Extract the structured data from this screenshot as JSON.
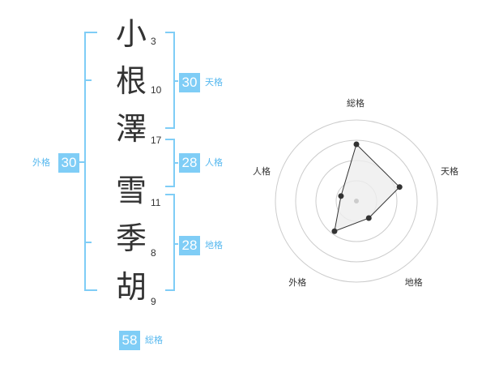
{
  "name": {
    "chars": [
      {
        "char": "小",
        "strokes": "3"
      },
      {
        "char": "根",
        "strokes": "10"
      },
      {
        "char": "澤",
        "strokes": "17"
      },
      {
        "char": "雪",
        "strokes": "11"
      },
      {
        "char": "季",
        "strokes": "8"
      },
      {
        "char": "胡",
        "strokes": "9"
      }
    ]
  },
  "kaku": {
    "tenkaku": {
      "value": "30",
      "label": "天格"
    },
    "jinkaku": {
      "value": "28",
      "label": "人格"
    },
    "chikaku": {
      "value": "28",
      "label": "地格"
    },
    "gaikaku": {
      "value": "30",
      "label": "外格"
    },
    "soukaku": {
      "value": "58",
      "label": "総格"
    }
  },
  "chart_data": {
    "type": "radar",
    "axes": [
      "総格",
      "天格",
      "地格",
      "外格",
      "人格"
    ],
    "values": [
      3.5,
      2.8,
      1.3,
      2.3,
      1.0
    ],
    "max": 5,
    "rings": 4,
    "colors": {
      "fill": "#eeeeee",
      "line": "#333333",
      "grid": "#cccccc",
      "center": "#cccccc"
    }
  },
  "colors": {
    "accent": "#7fcdf6",
    "accent_text": "#56b8ef",
    "bracket": "#7fcdf6"
  }
}
